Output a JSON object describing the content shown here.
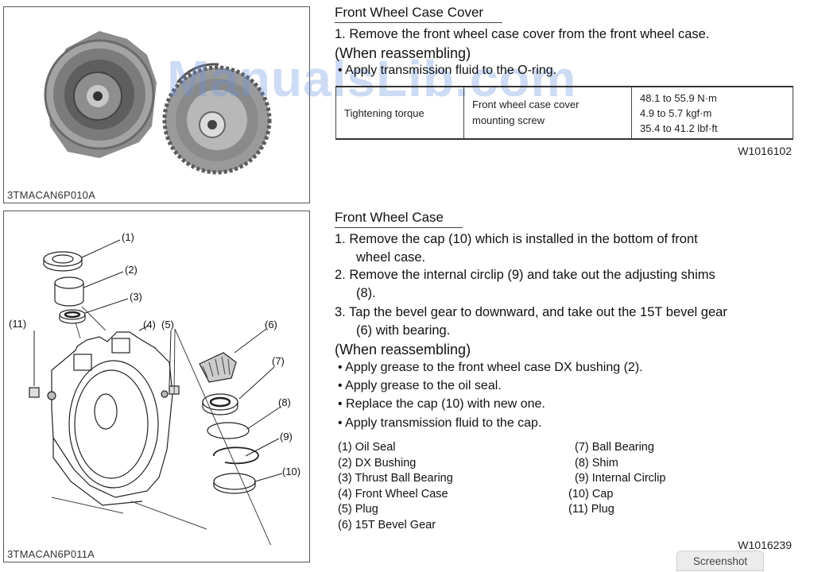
{
  "photo_panel": {
    "code": "3TMACAN6P010A"
  },
  "diagram_panel": {
    "code": "3TMACAN6P011A",
    "callouts": [
      "(1)",
      "(2)",
      "(3)",
      "(4)",
      "(5)",
      "(6)",
      "(7)",
      "(8)",
      "(9)",
      "(10)",
      "(11)"
    ]
  },
  "watermark": "ManualsLib.com",
  "cover_section": {
    "title": "Front Wheel Case Cover",
    "step1": "1. Remove the front wheel case cover from the front wheel case.",
    "reassembling": "(When reassembling)",
    "bullet1": "• Apply transmission fluid to the O-ring.",
    "table": {
      "label": "Tightening torque",
      "item_line1": "Front wheel case cover",
      "item_line2": "mounting screw",
      "value1": "48.1 to 55.9 N·m",
      "value2": "4.9 to 5.7 kgf·m",
      "value3": "35.4 to 41.2 lbf·ft"
    },
    "code": "W1016102"
  },
  "case_section": {
    "title": "Front Wheel Case",
    "step1_a": "1. Remove the cap (10) which is installed in the bottom of front",
    "step1_b": "wheel case.",
    "step2_a": "2. Remove the internal circlip (9) and take out the adjusting shims",
    "step2_b": "(8).",
    "step3_a": "3. Tap the bevel gear to downward, and take out the 15T bevel gear",
    "step3_b": "(6) with bearing.",
    "reassembling": "(When reassembling)",
    "bullets": [
      "• Apply grease to the front wheel case DX bushing (2).",
      "• Apply grease to the oil seal.",
      "• Replace the cap (10) with new one.",
      "• Apply transmission fluid to the cap."
    ],
    "parts_left": [
      "(1) Oil Seal",
      "(2) DX Bushing",
      "(3) Thrust Ball Bearing",
      "(4) Front Wheel Case",
      "(5) Plug",
      "(6) 15T Bevel Gear"
    ],
    "parts_right": [
      "(7) Ball Bearing",
      "(8) Shim",
      "(9) Internal Circlip",
      "(10) Cap",
      "(11) Plug"
    ],
    "code": "W1016239"
  },
  "screenshot_tab": "Screenshot"
}
